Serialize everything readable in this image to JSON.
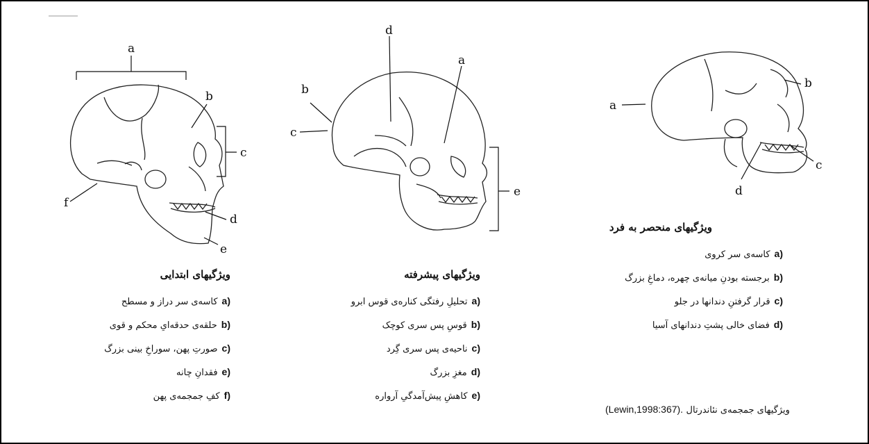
{
  "panels": [
    {
      "id": "primitive",
      "heading": "ویژگیهای ابتدایی",
      "skull_labels": [
        "a",
        "b",
        "c",
        "d",
        "e",
        "f"
      ],
      "items": [
        {
          "key": "a)",
          "text": "کاسه‌ی سر دراز و مسطح"
        },
        {
          "key": "b)",
          "text": "حلقه‌ی حدقه‌ایِ محکم و قوی"
        },
        {
          "key": "c)",
          "text": "صورتِ پهن، سوراخِ بینی بزرگ"
        },
        {
          "key": "e)",
          "text": "فقدانِ چانه"
        },
        {
          "key": "f)",
          "text": "کفِ جمجمه‌ی پهن"
        }
      ]
    },
    {
      "id": "advanced",
      "heading": "ویژگیهای پیشرفته",
      "skull_labels": [
        "d",
        "a",
        "b",
        "c",
        "e"
      ],
      "items": [
        {
          "key": "a)",
          "text": "تحلیلِ رفتگی کناره‌ی قوس ابرو"
        },
        {
          "key": "b)",
          "text": "قوسِ پس سری کوچک"
        },
        {
          "key": "c)",
          "text": "ناحیه‌ی پس سری گِرد"
        },
        {
          "key": "d)",
          "text": "مغزِ بزرگ"
        },
        {
          "key": "e)",
          "text": "کاهشِ پیش‌آمدگیِ آرواره"
        }
      ]
    },
    {
      "id": "unique",
      "heading": "ویژگیهای منحصر به فرد",
      "skull_labels": [
        "a",
        "b",
        "c",
        "d"
      ],
      "items": [
        {
          "key": "a)",
          "text": "کاسه‌ی سر کروی"
        },
        {
          "key": "b)",
          "text": "برجسته بودنِ میانه‌ی چهره، دماغِ بزرگ"
        },
        {
          "key": "c)",
          "text": "قرار گرفتنِ دندانها در جلو"
        },
        {
          "key": "d)",
          "text": "فضای خالی پشتِ دندانهای آسیا"
        }
      ]
    }
  ],
  "caption": {
    "persian": "ویژگیهای جمجمه‌ی نئاندرتال",
    "citation": "(Lewin,1998:367)."
  }
}
